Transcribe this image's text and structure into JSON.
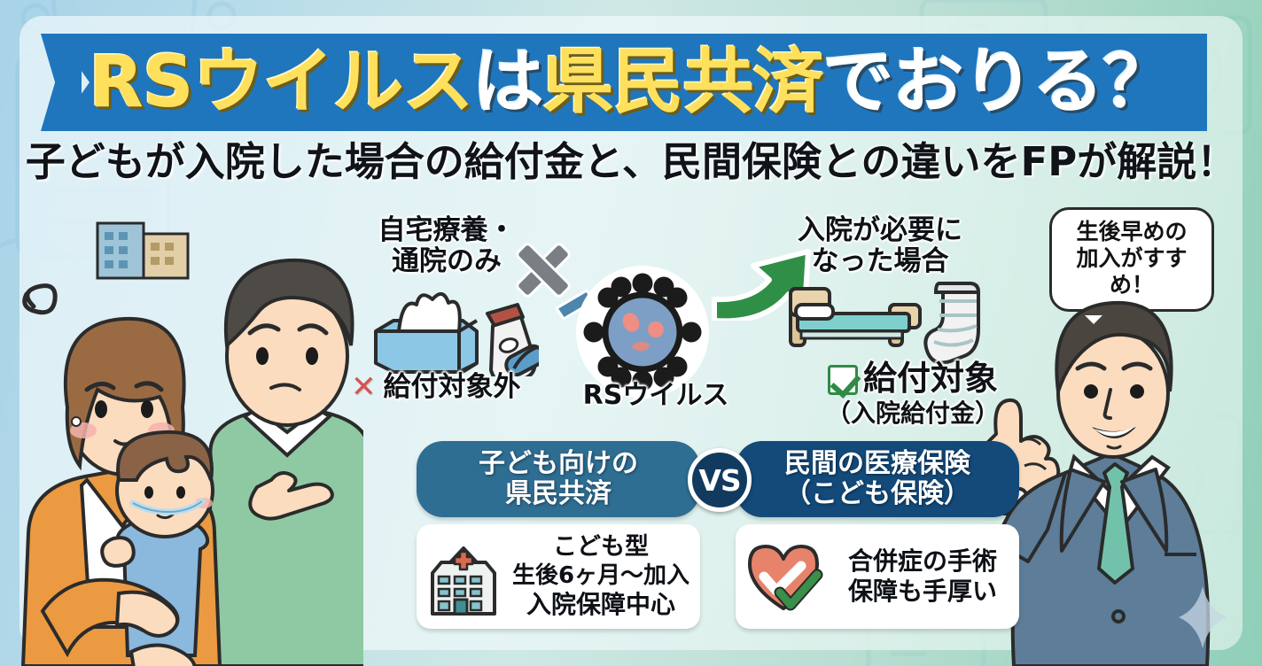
{
  "banner": {
    "title_segments": [
      {
        "text": "RSウイルス",
        "color": "yellow"
      },
      {
        "text": "は",
        "color": "white"
      },
      {
        "text": "県民共済",
        "color": "yellow"
      },
      {
        "text": "でおりる？",
        "color": "white"
      }
    ],
    "title_full": "RSウイルスは県民共済でおりる？",
    "background_color": "#1f76bd",
    "yellow_color": "#ffe05c",
    "white_color": "#ffffff"
  },
  "subtitle": {
    "text": "子どもが入院した場合の給付金と、民間保険との違いをFPが解説！"
  },
  "flow": {
    "left_case": {
      "label_line1": "自宅療養・",
      "label_line2": "通院のみ",
      "result_mark": "✕",
      "result_text": "給付対象外",
      "result_color": "#d9534f",
      "icons": [
        "tissue-box-icon",
        "medicine-bottle-icon",
        "pill-icon"
      ]
    },
    "center": {
      "virus_label": "RSウイルス",
      "cross_mark": "grey-x-icon",
      "arrow": "green-arrow-icon"
    },
    "right_case": {
      "label_line1": "入院が必要に",
      "label_line2": "なった場合",
      "result_text": "給付対象",
      "result_sub": "（入院給付金）",
      "result_color": "#2f8a46",
      "icons": [
        "hospital-bed-icon",
        "leg-cast-icon"
      ]
    }
  },
  "bubble": {
    "line1": "生後早めの",
    "line2": "加入がすすめ！"
  },
  "comparison": {
    "vs_label": "VS",
    "left": {
      "head_line1": "子ども向けの",
      "head_line2": "県民共済",
      "head_color": "#2f6e93",
      "icon": "hospital-building-icon",
      "body_line1": "こども型",
      "body_line2": "生後6ヶ月〜加入",
      "body_line3": "入院保障中心"
    },
    "right": {
      "head_line1": "民間の医療保険",
      "head_line2": "（こども保険）",
      "head_color": "#134a7a",
      "icon": "heart-check-icon",
      "body_line1": "合併症の手術",
      "body_line2": "保障も手厚い"
    }
  },
  "illustrations": {
    "left": "worried-family-with-sick-baby",
    "right": "smiling-financial-planner-pointing-up"
  }
}
